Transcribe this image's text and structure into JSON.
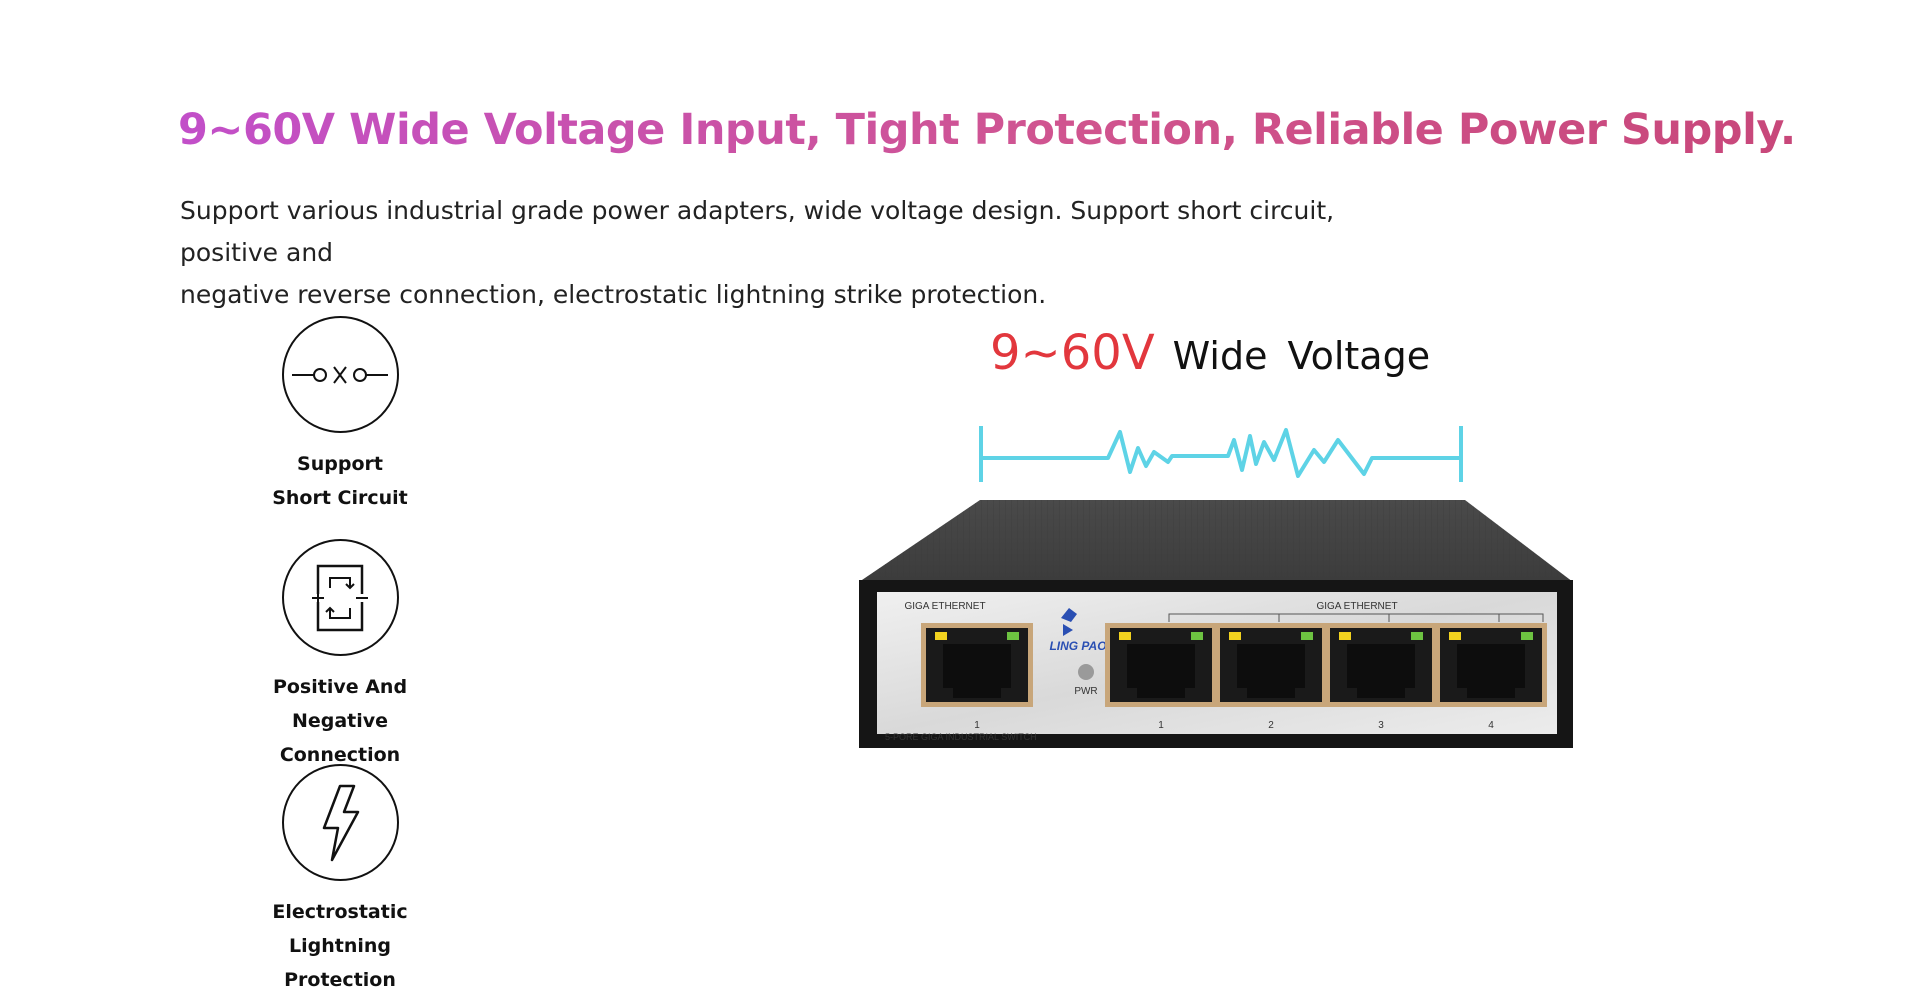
{
  "headline": "9~60V Wide Voltage Input, Tight Protection, Reliable Power Supply.",
  "description": {
    "line1": "Support various industrial grade power adapters, wide voltage design. Support short circuit, positive and",
    "line2": "negative reverse connection, electrostatic lightning strike protection."
  },
  "features": [
    {
      "icon": "short-circuit-icon",
      "line1": "Support",
      "line2": "Short Circuit"
    },
    {
      "icon": "polarity-icon",
      "line1": "Positive And",
      "line2": "Negative Connection"
    },
    {
      "icon": "lightning-icon",
      "line1": "Electrostatic",
      "line2": "Lightning Protection"
    }
  ],
  "voltage": {
    "range": "9~60V",
    "label": "Wide Voltage"
  },
  "device": {
    "brand": "LING PAO",
    "left_port_group": "GIGA ETHERNET",
    "right_port_group": "GIGA ETHERNET",
    "model": "5-PORE GIGA INDUSTRIAL SWITCH",
    "pwr_label": "PWR",
    "port_left": "1",
    "ports": [
      "1",
      "2",
      "3",
      "4"
    ]
  },
  "colors": {
    "headline_start": "#c24fc9",
    "headline_end": "#c8477a",
    "voltage": "#e2373d",
    "wave": "#5ed3e6"
  }
}
